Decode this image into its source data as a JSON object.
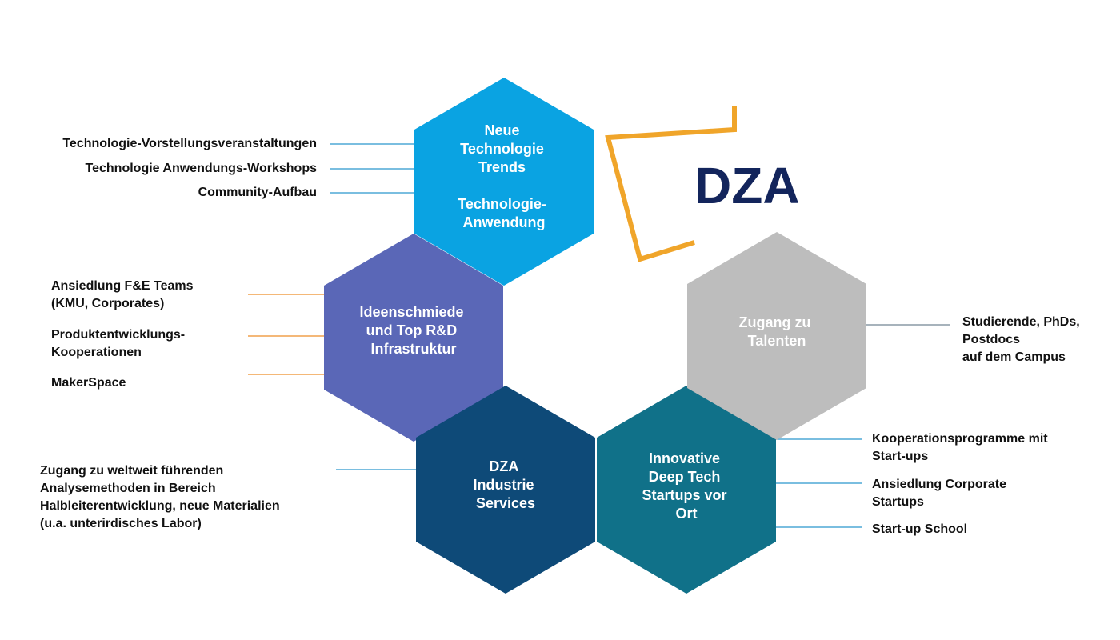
{
  "logo": {
    "text": "DZA",
    "text_color": "#13255c",
    "bracket_color": "#f0a52a"
  },
  "hexagons": {
    "trends": {
      "lines": [
        "Neue",
        "Technologie",
        "Trends",
        "",
        "Technologie-",
        "Anwendung"
      ],
      "color": "#0aa3e2"
    },
    "ideen": {
      "lines": [
        "Ideenschmiede",
        "und Top R&D",
        "Infrastruktur"
      ],
      "color": "#5a67b7"
    },
    "services": {
      "lines": [
        "DZA",
        "Industrie",
        "Services"
      ],
      "color": "#0e4a78"
    },
    "startups": {
      "lines": [
        "Innovative",
        "Deep Tech",
        "Startups vor",
        "Ort"
      ],
      "color": "#107189"
    },
    "talente": {
      "lines": [
        "Zugang zu",
        "Talenten"
      ],
      "color": "#bdbdbd"
    }
  },
  "connector_colors": {
    "blue": "#4fa8d6",
    "orange": "#f0a04b",
    "gray": "#8a9aa6"
  },
  "labels": {
    "tech_events": "Technologie-Vorstellungsveranstaltungen",
    "tech_workshops": "Technologie Anwendungs-Workshops",
    "community": "Community-Aufbau",
    "ansiedlung_fe": "Ansiedlung F&E Teams\n(KMU, Corporates)",
    "produkt": "Produktentwicklungs-\nKooperationen",
    "makerspace": "MakerSpace",
    "analyse": "Zugang zu weltweit führenden\nAnalysemethoden in Bereich\nHalbleiterentwicklung, neue Materialien\n(u.a. unterirdisches Labor)",
    "studierende": "Studierende, PhDs,\nPostdocs\nauf dem Campus",
    "koop": "Kooperationsprogramme mit\nStart-ups",
    "ansiedlung_corp": "Ansiedlung Corporate\nStartups",
    "school": "Start-up School"
  }
}
